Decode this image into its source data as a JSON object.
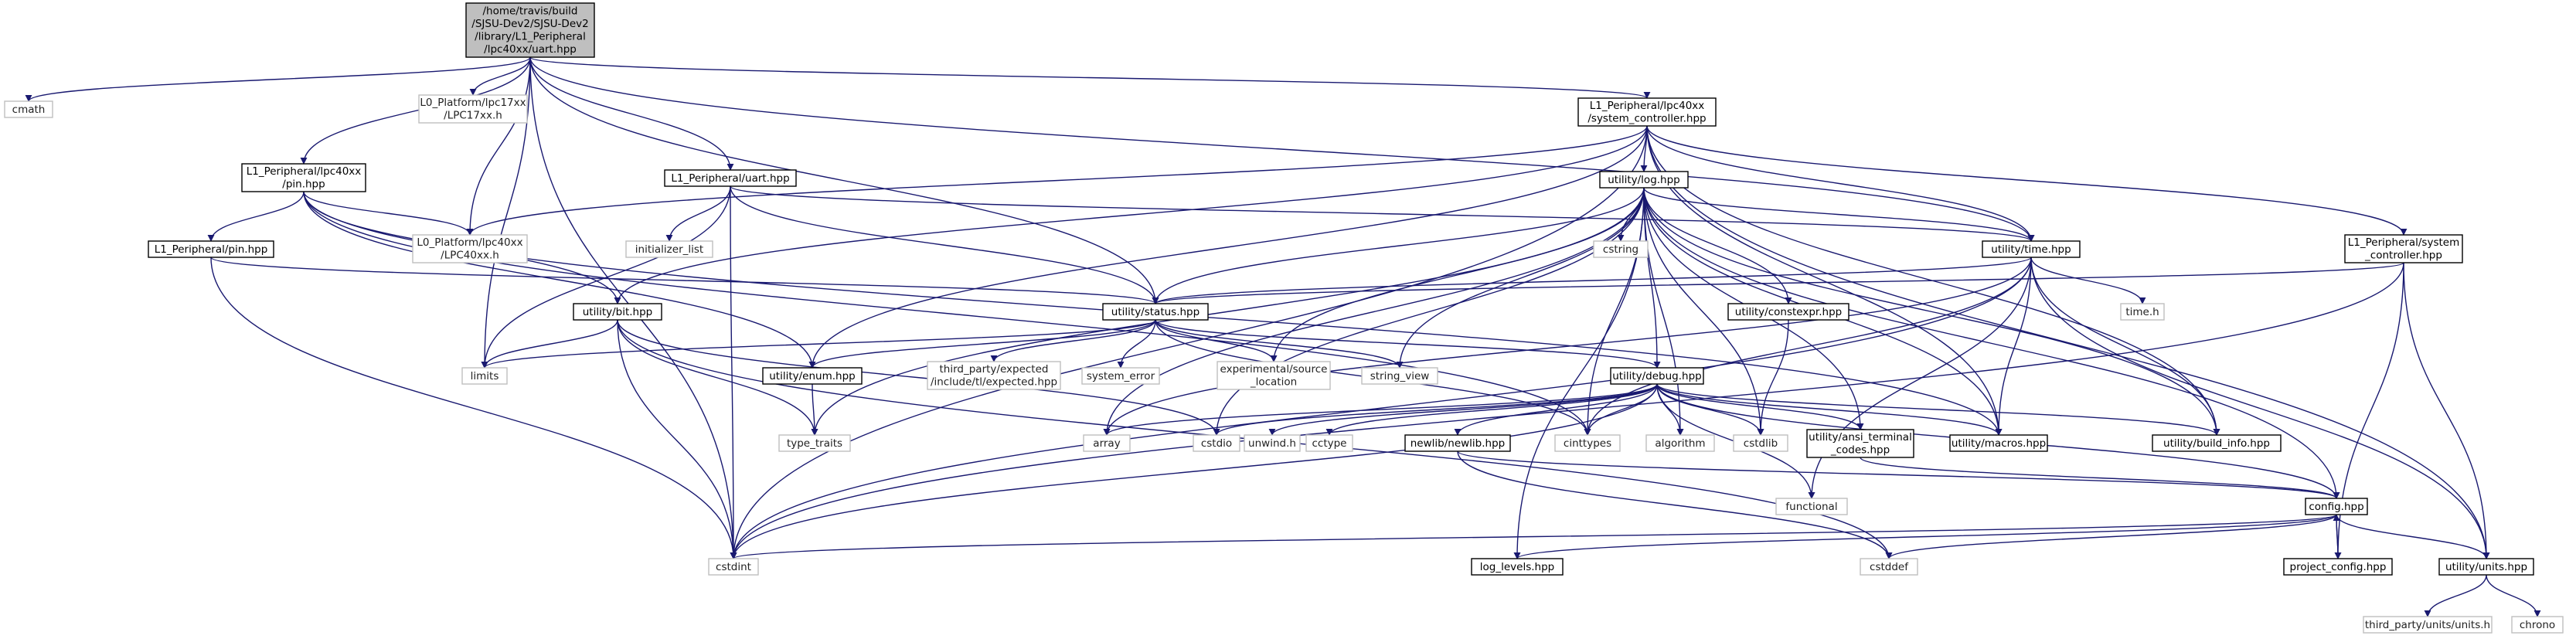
{
  "nodes": [
    {
      "id": "root",
      "lines": [
        "/home/travis/build",
        "/SJSU-Dev2/SJSU-Dev2",
        "/library/L1_Peripheral",
        "/lpc40xx/uart.hpp"
      ],
      "style": "root"
    },
    {
      "id": "cmath",
      "lines": [
        "cmath"
      ],
      "style": "ext"
    },
    {
      "id": "l0_lpc17",
      "lines": [
        "L0_Platform/lpc17xx",
        "/LPC17xx.h"
      ],
      "style": "ext"
    },
    {
      "id": "syscon40",
      "lines": [
        "L1_Peripheral/lpc40xx",
        "/system_controller.hpp"
      ],
      "style": "doc"
    },
    {
      "id": "pin40",
      "lines": [
        "L1_Peripheral/lpc40xx",
        "/pin.hpp"
      ],
      "style": "doc"
    },
    {
      "id": "uart",
      "lines": [
        "L1_Peripheral/uart.hpp"
      ],
      "style": "doc"
    },
    {
      "id": "log",
      "lines": [
        "utility/log.hpp"
      ],
      "style": "doc"
    },
    {
      "id": "pin",
      "lines": [
        "L1_Peripheral/pin.hpp"
      ],
      "style": "doc"
    },
    {
      "id": "l0_lpc40",
      "lines": [
        "L0_Platform/lpc40xx",
        "/LPC40xx.h"
      ],
      "style": "ext"
    },
    {
      "id": "init_list",
      "lines": [
        "initializer_list"
      ],
      "style": "ext"
    },
    {
      "id": "cstring",
      "lines": [
        "cstring"
      ],
      "style": "ext"
    },
    {
      "id": "time",
      "lines": [
        "utility/time.hpp"
      ],
      "style": "doc"
    },
    {
      "id": "syscon",
      "lines": [
        "L1_Peripheral/system",
        "_controller.hpp"
      ],
      "style": "doc"
    },
    {
      "id": "bit",
      "lines": [
        "utility/bit.hpp"
      ],
      "style": "doc"
    },
    {
      "id": "status",
      "lines": [
        "utility/status.hpp"
      ],
      "style": "doc"
    },
    {
      "id": "constexpr",
      "lines": [
        "utility/constexpr.hpp"
      ],
      "style": "doc"
    },
    {
      "id": "timeh",
      "lines": [
        "time.h"
      ],
      "style": "ext"
    },
    {
      "id": "limits",
      "lines": [
        "limits"
      ],
      "style": "ext"
    },
    {
      "id": "enum",
      "lines": [
        "utility/enum.hpp"
      ],
      "style": "doc"
    },
    {
      "id": "expected",
      "lines": [
        "third_party/expected",
        "/include/tl/expected.hpp"
      ],
      "style": "ext"
    },
    {
      "id": "syserr",
      "lines": [
        "system_error"
      ],
      "style": "ext"
    },
    {
      "id": "srcloc",
      "lines": [
        "experimental/source",
        "_location"
      ],
      "style": "ext"
    },
    {
      "id": "strview",
      "lines": [
        "string_view"
      ],
      "style": "ext"
    },
    {
      "id": "debug",
      "lines": [
        "utility/debug.hpp"
      ],
      "style": "doc"
    },
    {
      "id": "typetraits",
      "lines": [
        "type_traits"
      ],
      "style": "ext"
    },
    {
      "id": "array",
      "lines": [
        "array"
      ],
      "style": "ext"
    },
    {
      "id": "cstdio",
      "lines": [
        "cstdio"
      ],
      "style": "ext"
    },
    {
      "id": "unwind",
      "lines": [
        "unwind.h"
      ],
      "style": "ext"
    },
    {
      "id": "cctype",
      "lines": [
        "cctype"
      ],
      "style": "ext"
    },
    {
      "id": "newlib",
      "lines": [
        "newlib/newlib.hpp"
      ],
      "style": "doc"
    },
    {
      "id": "cinttypes",
      "lines": [
        "cinttypes"
      ],
      "style": "ext"
    },
    {
      "id": "algorithm",
      "lines": [
        "algorithm"
      ],
      "style": "ext"
    },
    {
      "id": "cstdlib",
      "lines": [
        "cstdlib"
      ],
      "style": "ext"
    },
    {
      "id": "ansi",
      "lines": [
        "utility/ansi_terminal",
        "_codes.hpp"
      ],
      "style": "doc"
    },
    {
      "id": "macros",
      "lines": [
        "utility/macros.hpp"
      ],
      "style": "doc"
    },
    {
      "id": "buildinfo",
      "lines": [
        "utility/build_info.hpp"
      ],
      "style": "doc"
    },
    {
      "id": "functional",
      "lines": [
        "functional"
      ],
      "style": "ext"
    },
    {
      "id": "config",
      "lines": [
        "config.hpp"
      ],
      "style": "doc"
    },
    {
      "id": "cstdint",
      "lines": [
        "cstdint"
      ],
      "style": "ext"
    },
    {
      "id": "loglevels",
      "lines": [
        "log_levels.hpp"
      ],
      "style": "doc"
    },
    {
      "id": "cstddef",
      "lines": [
        "cstddef"
      ],
      "style": "ext"
    },
    {
      "id": "projconfig",
      "lines": [
        "project_config.hpp"
      ],
      "style": "doc"
    },
    {
      "id": "units",
      "lines": [
        "utility/units.hpp"
      ],
      "style": "doc"
    },
    {
      "id": "unitsh",
      "lines": [
        "third_party/units/units.h"
      ],
      "style": "ext"
    },
    {
      "id": "chrono",
      "lines": [
        "chrono"
      ],
      "style": "ext"
    }
  ],
  "edges": [
    [
      "root",
      "cmath"
    ],
    [
      "root",
      "l0_lpc17"
    ],
    [
      "root",
      "syscon40"
    ],
    [
      "root",
      "pin40"
    ],
    [
      "root",
      "uart"
    ],
    [
      "root",
      "l0_lpc40"
    ],
    [
      "root",
      "status"
    ],
    [
      "root",
      "limits"
    ],
    [
      "root",
      "cstdint"
    ],
    [
      "root",
      "time"
    ],
    [
      "syscon40",
      "l0_lpc40"
    ],
    [
      "syscon40",
      "log"
    ],
    [
      "syscon40",
      "time"
    ],
    [
      "syscon40",
      "syscon"
    ],
    [
      "syscon40",
      "bit"
    ],
    [
      "syscon40",
      "enum"
    ],
    [
      "syscon40",
      "cstdint"
    ],
    [
      "syscon40",
      "macros"
    ],
    [
      "syscon40",
      "buildinfo"
    ],
    [
      "syscon40",
      "units"
    ],
    [
      "pin40",
      "pin"
    ],
    [
      "pin40",
      "l0_lpc40"
    ],
    [
      "pin40",
      "bit"
    ],
    [
      "pin40",
      "enum"
    ],
    [
      "pin40",
      "cinttypes"
    ],
    [
      "pin40",
      "macros"
    ],
    [
      "uart",
      "init_list"
    ],
    [
      "uart",
      "status"
    ],
    [
      "uart",
      "time"
    ],
    [
      "uart",
      "cstdint"
    ],
    [
      "uart",
      "limits"
    ],
    [
      "pin",
      "status"
    ],
    [
      "pin",
      "cstdint"
    ],
    [
      "log",
      "cstring"
    ],
    [
      "log",
      "time"
    ],
    [
      "log",
      "status"
    ],
    [
      "log",
      "constexpr"
    ],
    [
      "log",
      "debug"
    ],
    [
      "log",
      "ansi"
    ],
    [
      "log",
      "macros"
    ],
    [
      "log",
      "cinttypes"
    ],
    [
      "log",
      "cstdio"
    ],
    [
      "log",
      "array"
    ],
    [
      "log",
      "algorithm"
    ],
    [
      "log",
      "cstdlib"
    ],
    [
      "log",
      "strview"
    ],
    [
      "log",
      "srcloc"
    ],
    [
      "log",
      "loglevels"
    ],
    [
      "log",
      "config"
    ],
    [
      "log",
      "buildinfo"
    ],
    [
      "log",
      "typetraits"
    ],
    [
      "time",
      "status"
    ],
    [
      "time",
      "timeh"
    ],
    [
      "time",
      "units"
    ],
    [
      "time",
      "macros"
    ],
    [
      "time",
      "buildinfo"
    ],
    [
      "time",
      "functional"
    ],
    [
      "time",
      "cstdint"
    ],
    [
      "time",
      "cinttypes"
    ],
    [
      "time",
      "array"
    ],
    [
      "syscon",
      "status"
    ],
    [
      "syscon",
      "cstdint"
    ],
    [
      "syscon",
      "units"
    ],
    [
      "syscon",
      "projconfig"
    ],
    [
      "bit",
      "limits"
    ],
    [
      "bit",
      "typetraits"
    ],
    [
      "bit",
      "cstdint"
    ],
    [
      "bit",
      "cstddef"
    ],
    [
      "bit",
      "cstdio"
    ],
    [
      "status",
      "limits"
    ],
    [
      "status",
      "enum"
    ],
    [
      "status",
      "expected"
    ],
    [
      "status",
      "syserr"
    ],
    [
      "status",
      "srcloc"
    ],
    [
      "status",
      "strview"
    ],
    [
      "status",
      "debug"
    ],
    [
      "status",
      "cinttypes"
    ],
    [
      "constexpr",
      "cstdlib"
    ],
    [
      "enum",
      "typetraits"
    ],
    [
      "debug",
      "array"
    ],
    [
      "debug",
      "cstdio"
    ],
    [
      "debug",
      "unwind"
    ],
    [
      "debug",
      "cctype"
    ],
    [
      "debug",
      "newlib"
    ],
    [
      "debug",
      "cinttypes"
    ],
    [
      "debug",
      "algorithm"
    ],
    [
      "debug",
      "cstdlib"
    ],
    [
      "debug",
      "ansi"
    ],
    [
      "debug",
      "macros"
    ],
    [
      "debug",
      "buildinfo"
    ],
    [
      "debug",
      "functional"
    ],
    [
      "debug",
      "config"
    ],
    [
      "debug",
      "cstdint"
    ],
    [
      "newlib",
      "config"
    ],
    [
      "newlib",
      "cstddef"
    ],
    [
      "ansi",
      "config"
    ],
    [
      "config",
      "cstdint"
    ],
    [
      "config",
      "loglevels"
    ],
    [
      "config",
      "cstddef"
    ],
    [
      "config",
      "projconfig"
    ],
    [
      "config",
      "units"
    ],
    [
      "projconfig",
      "config"
    ],
    [
      "units",
      "unitsh"
    ],
    [
      "units",
      "chrono"
    ]
  ]
}
